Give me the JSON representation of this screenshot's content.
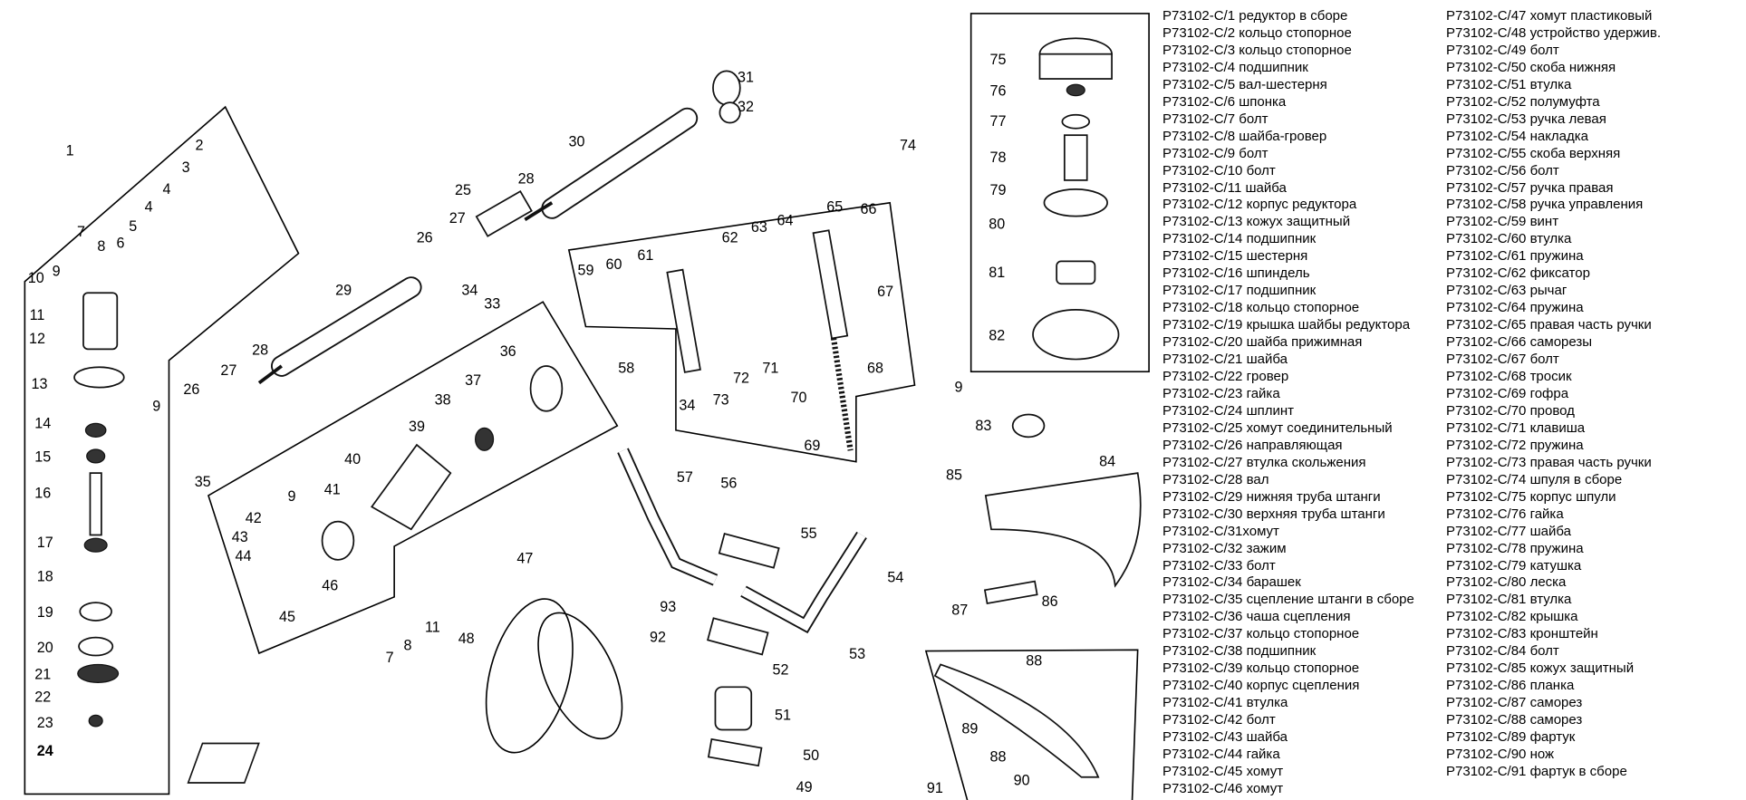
{
  "diagram": {
    "callouts": [
      "1",
      "2",
      "3",
      "4",
      "4",
      "5",
      "6",
      "7",
      "8",
      "9",
      "10",
      "11",
      "12",
      "13",
      "9",
      "14",
      "15",
      "16",
      "17",
      "18",
      "19",
      "20",
      "21",
      "22",
      "23",
      "24",
      "26",
      "27",
      "28",
      "29",
      "26",
      "27",
      "25",
      "28",
      "30",
      "31",
      "32",
      "34",
      "33",
      "36",
      "37",
      "38",
      "39",
      "40",
      "41",
      "35",
      "9",
      "42",
      "43",
      "44",
      "46",
      "45",
      "47",
      "11",
      "8",
      "7",
      "48",
      "57",
      "56",
      "55",
      "54",
      "53",
      "93",
      "92",
      "52",
      "51",
      "50",
      "49",
      "58",
      "59",
      "60",
      "61",
      "62",
      "63",
      "64",
      "65",
      "66",
      "67",
      "68",
      "72",
      "71",
      "70",
      "69",
      "34",
      "73",
      "74",
      "75",
      "76",
      "77",
      "78",
      "79",
      "80",
      "81",
      "82",
      "9",
      "83",
      "84",
      "85",
      "86",
      "87",
      "88",
      "89",
      "88",
      "90",
      "91"
    ]
  },
  "parts_list": {
    "column1": [
      "P73102-C/1 редуктор в сборе",
      "P73102-C/2 кольцо стопорное",
      "P73102-C/3 кольцо стопорное",
      "P73102-C/4 подшипник",
      "P73102-C/5 вал-шестерня",
      "P73102-C/6 шпонка",
      "P73102-C/7 болт",
      "P73102-C/8 шайба-гровер",
      "P73102-C/9 болт",
      "P73102-C/10 болт",
      "P73102-C/11 шайба",
      "P73102-C/12 корпус редуктора",
      "P73102-C/13 кожух защитный",
      "P73102-C/14 подшипник",
      "P73102-C/15 шестерня",
      "P73102-C/16 шпиндель",
      "P73102-C/17 подшипник",
      "P73102-C/18 кольцо стопорное",
      "P73102-C/19 крышка шайбы редуктора",
      "P73102-C/20 шайба прижимная",
      "P73102-C/21 шайба",
      "P73102-C/22 гровер",
      "P73102-C/23 гайка",
      "P73102-C/24 шплинт",
      "P73102-C/25 хомут соединительный",
      "P73102-C/26 направляющая",
      "P73102-C/27 втулка скольжения",
      "P73102-C/28 вал",
      "P73102-C/29 нижняя труба штанги",
      "P73102-C/30 верхняя труба штанги",
      "P73102-C/31хомут",
      "P73102-C/32 зажим",
      "P73102-C/33 болт",
      "P73102-C/34 барашек",
      "P73102-C/35 сцепление штанги в сборе",
      "P73102-C/36 чаша сцепления",
      "P73102-C/37 кольцо стопорное",
      "P73102-C/38 подшипник",
      "P73102-C/39 кольцо стопорное",
      "P73102-C/40 корпус сцепления",
      "P73102-C/41 втулка",
      "P73102-C/42 болт",
      "P73102-C/43 шайба",
      "P73102-C/44 гайка",
      "P73102-C/45 хомут",
      "P73102-C/46 хомут"
    ],
    "column2": [
      "P73102-C/47 хомут пластиковый",
      "P73102-C/48 устройство удержив.",
      "P73102-C/49 болт",
      "P73102-C/50 скоба нижняя",
      "P73102-C/51 втулка",
      "P73102-C/52 полумуфта",
      "P73102-C/53 ручка левая",
      "P73102-C/54 накладка",
      "P73102-C/55 скоба верхняя",
      "P73102-C/56 болт",
      "P73102-C/57 ручка правая",
      "P73102-C/58 ручка управления",
      "P73102-C/59 винт",
      "P73102-C/60 втулка",
      "P73102-C/61 пружина",
      "P73102-C/62 фиксатор",
      "P73102-C/63 рычаг",
      "P73102-C/64 пружина",
      "P73102-C/65 правая часть ручки",
      "P73102-C/66 саморезы",
      "P73102-C/67 болт",
      "P73102-C/68 тросик",
      "P73102-C/69 гофра",
      "P73102-C/70 провод",
      "P73102-C/71 клавиша",
      "P73102-C/72 пружина",
      "P73102-C/73 правая часть ручки",
      "P73102-C/74 шпуля в сборе",
      "P73102-C/75 корпус шпули",
      "P73102-C/76 гайка",
      "P73102-C/77 шайба",
      "P73102-C/78 пружина",
      "P73102-C/79 катушка",
      "P73102-C/80 леска",
      "P73102-C/81 втулка",
      "P73102-C/82 крышка",
      "P73102-C/83 кронштейн",
      "P73102-C/84 болт",
      "P73102-C/85 кожух защитный",
      "P73102-C/86 планка",
      "P73102-C/87 саморез",
      "P73102-C/88 саморез",
      "P73102-C/89 фартук",
      "P73102-C/90 нож",
      "P73102-C/91 фартук в сборе"
    ]
  }
}
